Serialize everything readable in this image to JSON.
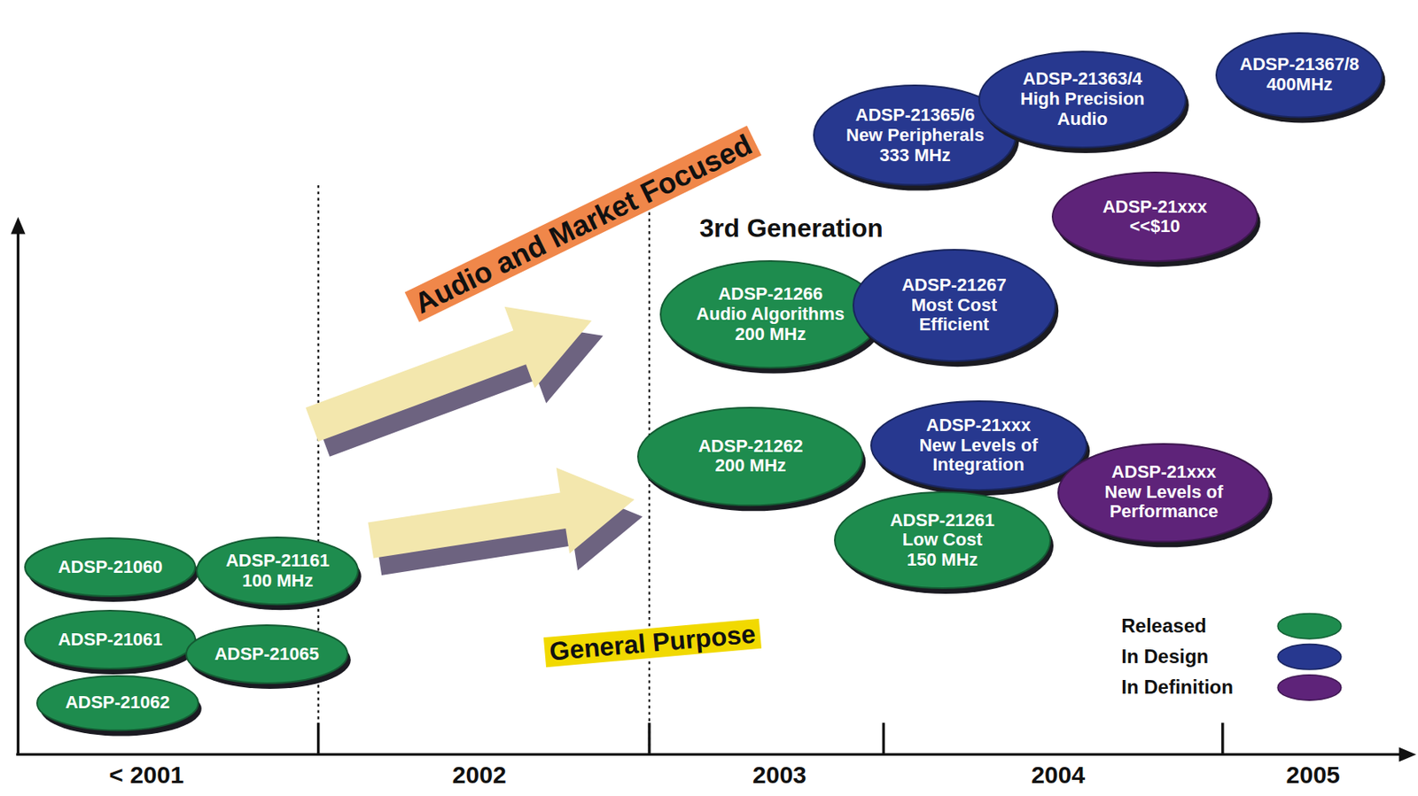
{
  "diagram": {
    "nodes": [
      {
        "text": [
          "Audio and Market Focused"
        ]
      },
      {
        "text": [
          "General Purpose"
        ]
      },
      {
        "text": [
          "ADSP-21060"
        ]
      },
      {
        "text": [
          "ADSP-21061"
        ]
      },
      {
        "text": [
          "ADSP-21062"
        ]
      },
      {
        "text": [
          "ADSP-21161 100 MHz"
        ]
      },
      {
        "text": [
          "ADSP-21065"
        ]
      },
      {
        "text": [
          "ADSP-21266 Audio Algorithms 200 MHz"
        ],
        "in": 0
      },
      {
        "text": [
          "ADSP-21267 Most Cost Efficient"
        ],
        "in": 0
      },
      {
        "text": [
          "ADSP-21365/6 New Peripherals 333 MHz"
        ],
        "in": 0
      },
      {
        "text": [
          "ADSP-21363/4 High Precision Audio"
        ],
        "in": 0
      },
      {
        "text": [
          "ADSP-21367/8 400MHz"
        ],
        "in": 0
      },
      {
        "text": [
          "ADSP-21xxx <<$10"
        ],
        "in": 0
      },
      {
        "text": [
          "ADSP-21262 200 MHz"
        ],
        "in": 1
      },
      {
        "text": [
          "ADSP-21xxx New Levels of Integration"
        ],
        "in": 1
      },
      {
        "text": [
          "ADSP-21261 Low Cost 150 MHz"
        ],
        "in": 1
      },
      {
        "text": [
          "ADSP-21xxx New Levels of Performance"
        ],
        "in": 1
      }
    ],
    "labels": [
      "3rd Generation",
      "< 2001",
      "2002",
      "2003",
      "2004",
      "2005"
    ],
    "legend": [
      {
        "text": "Released",
        "color": "#1e8c4e"
      },
      {
        "text": "In Design",
        "color": "#27388f"
      },
      {
        "text": "In Definition",
        "color": "#5e2379"
      }
    ]
  }
}
